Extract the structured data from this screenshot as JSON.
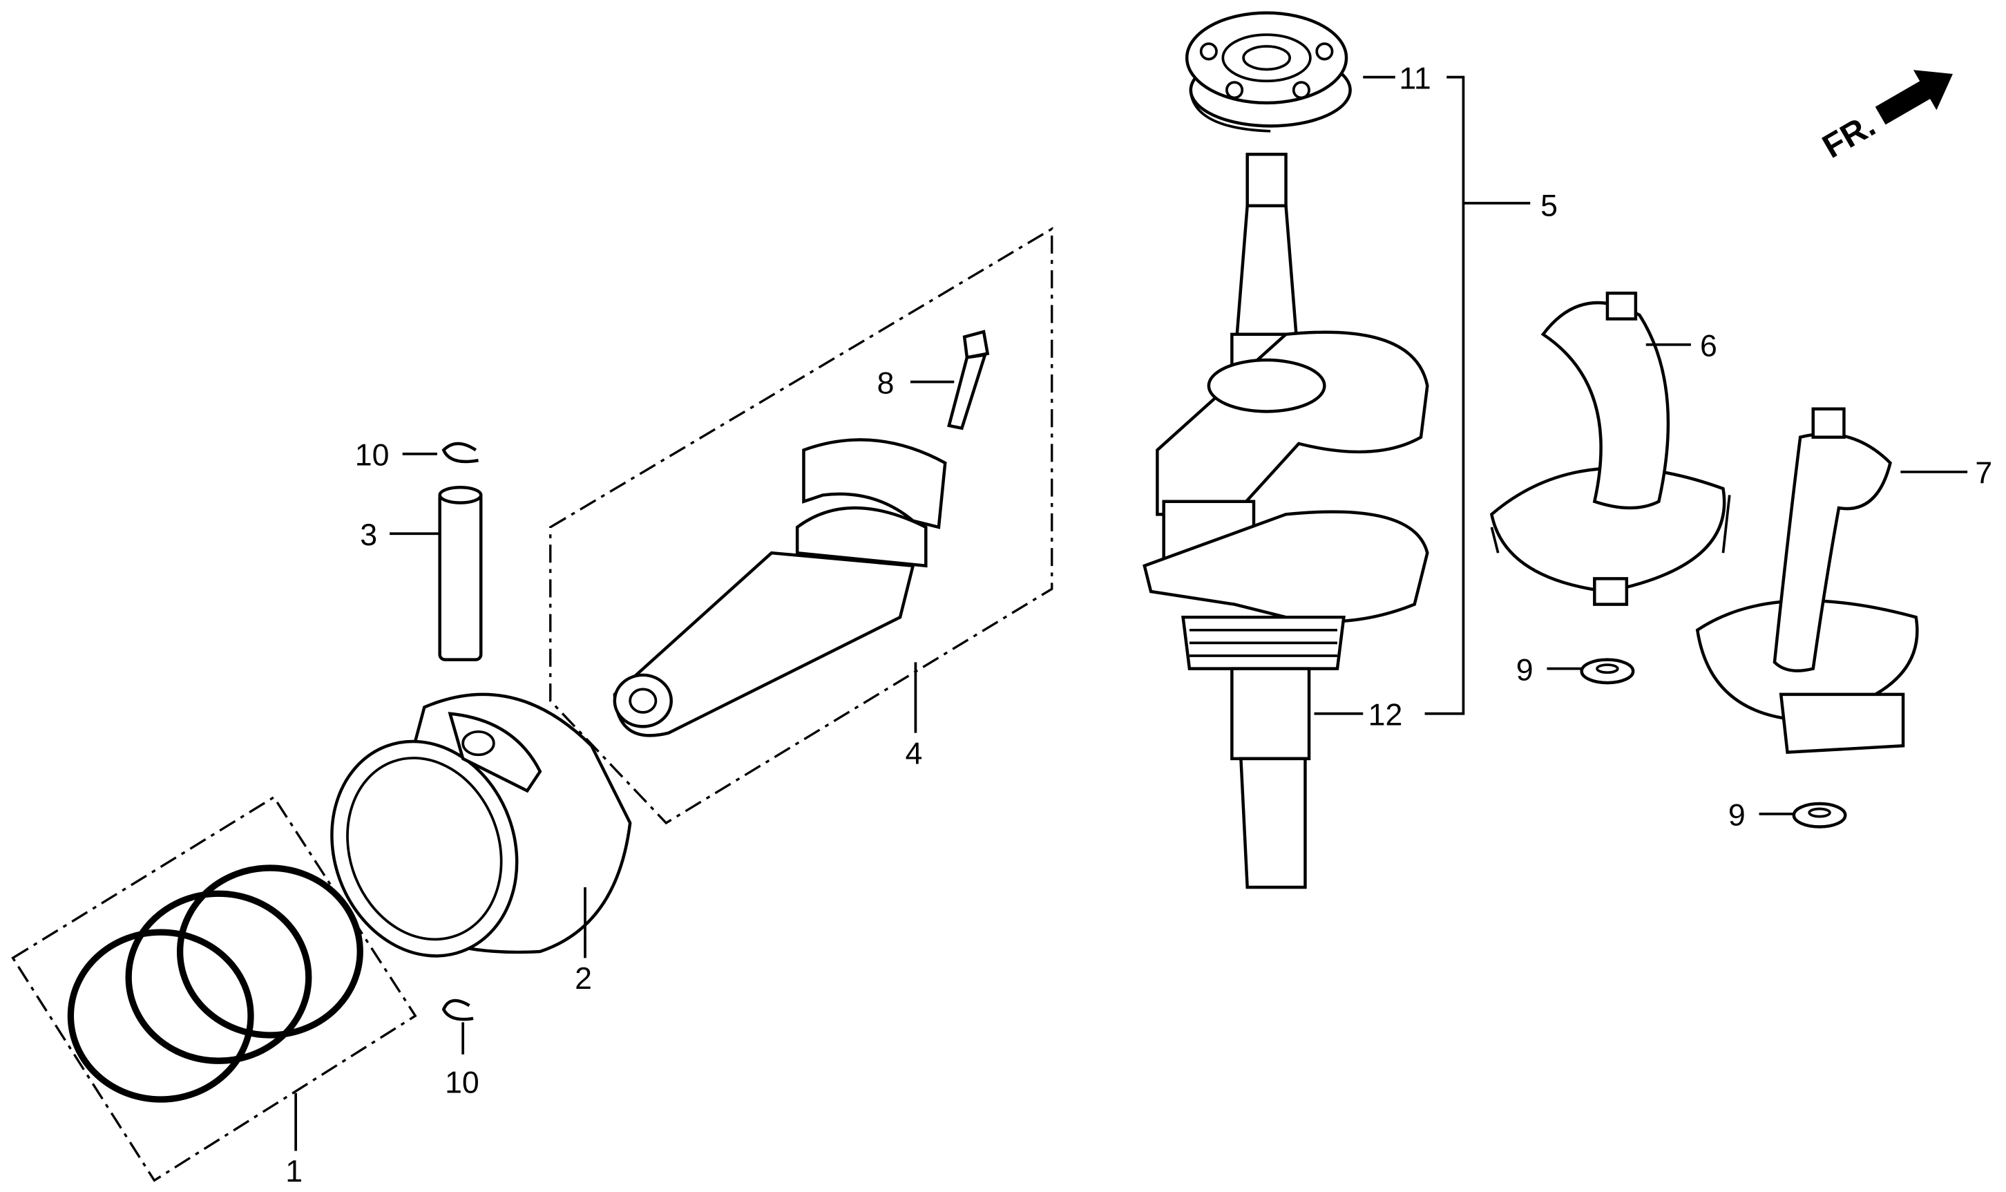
{
  "diagram": {
    "direction_label": "FR.",
    "callouts": {
      "piston_rings": "1",
      "piston": "2",
      "piston_pin": "3",
      "connecting_rod_assembly": "4",
      "crankshaft_assembly": "5",
      "camshaft_6": "6",
      "camshaft_7": "7",
      "rod_bolt": "8",
      "washer_upper": "9",
      "washer_lower": "9",
      "pin_clip_upper": "10",
      "pin_clip_lower": "10",
      "bearing": "11",
      "crankshaft": "12"
    }
  }
}
